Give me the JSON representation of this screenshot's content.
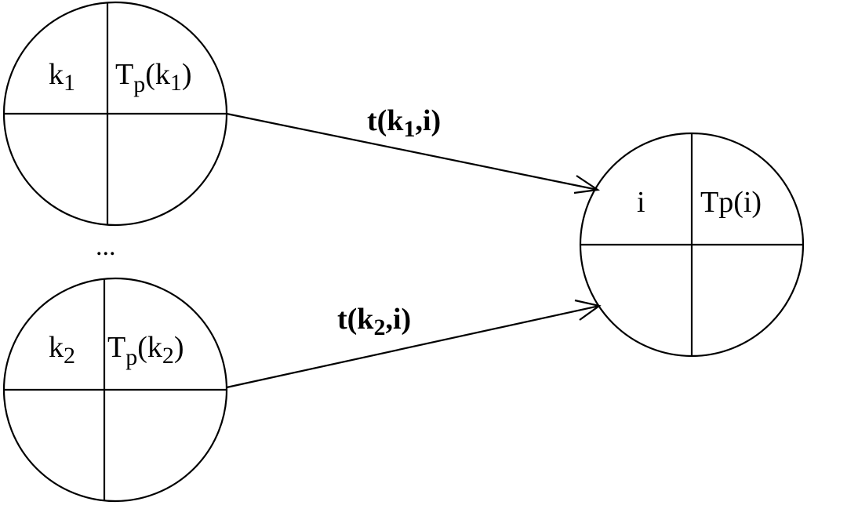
{
  "nodes": {
    "k1": {
      "id_base": "k",
      "id_sub": "1",
      "time_base": "T",
      "time_sub": "p",
      "time_arg": "(k",
      "time_arg_sub": "1",
      "time_close": ")"
    },
    "k2": {
      "id_base": "k",
      "id_sub": "2",
      "time_base": "T",
      "time_sub": "p",
      "time_arg": "(k",
      "time_arg_sub": "2",
      "time_close": ")"
    },
    "i": {
      "id": "i",
      "time": "Tp(i)"
    }
  },
  "ellipsis": "...",
  "edges": {
    "e1": {
      "pre": "t(k",
      "sub": "1",
      "post": ",i)"
    },
    "e2": {
      "pre": "t(k",
      "sub": "2",
      "post": ",i)"
    }
  }
}
